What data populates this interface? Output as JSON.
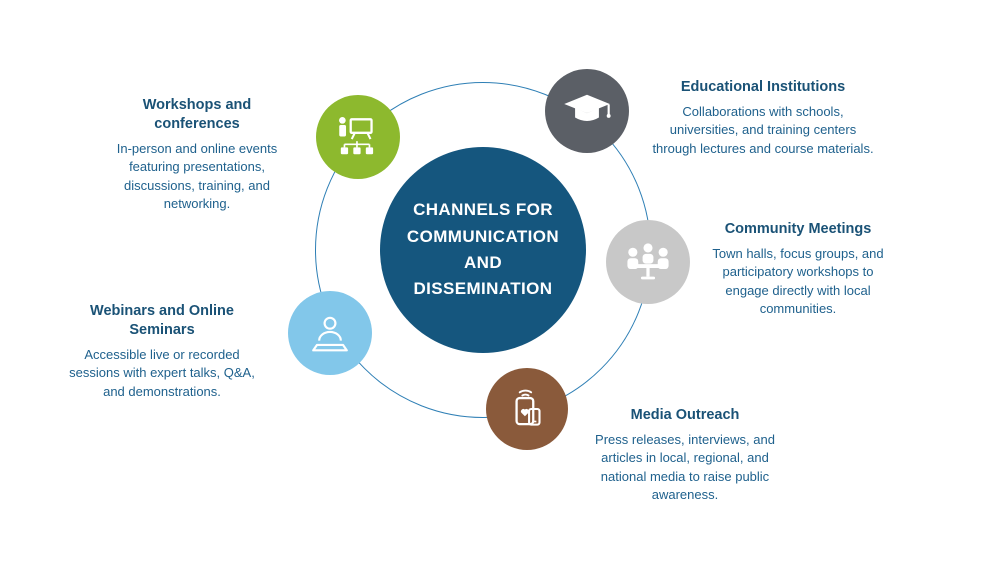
{
  "diagram": {
    "center": {
      "title": "CHANNELS FOR COMMUNICATION AND DISSEMINATION",
      "bg_color": "#15567E",
      "text_color": "#FFFFFF"
    },
    "ring_color": "#2E7FB5",
    "heading_color": "#1A5276",
    "body_color": "#1F618D",
    "nodes": [
      {
        "id": "workshops",
        "heading": "Workshops and conferences",
        "body": "In-person and online events featuring presentations, discussions, training, and networking.",
        "circle_color": "#8DB92E",
        "icon": "presentation-icon"
      },
      {
        "id": "educational",
        "heading": "Educational Institutions",
        "body": "Collaborations with schools, universities, and training centers through lectures and course materials.",
        "circle_color": "#5B5F66",
        "icon": "graduation-cap-icon"
      },
      {
        "id": "community",
        "heading": "Community Meetings",
        "body": "Town halls, focus groups, and participatory workshops to engage directly with local communities.",
        "circle_color": "#C8C8C8",
        "icon": "meeting-icon"
      },
      {
        "id": "media",
        "heading": "Media Outreach",
        "body": "Press releases, interviews, and articles in local, regional, and national media to raise public awareness.",
        "circle_color": "#8A5A3B",
        "icon": "media-icon"
      },
      {
        "id": "webinars",
        "heading": "Webinars and Online Seminars",
        "body": "Accessible live or recorded sessions with expert talks, Q&A, and demonstrations.",
        "circle_color": "#82C7EA",
        "icon": "webinar-icon"
      }
    ]
  }
}
